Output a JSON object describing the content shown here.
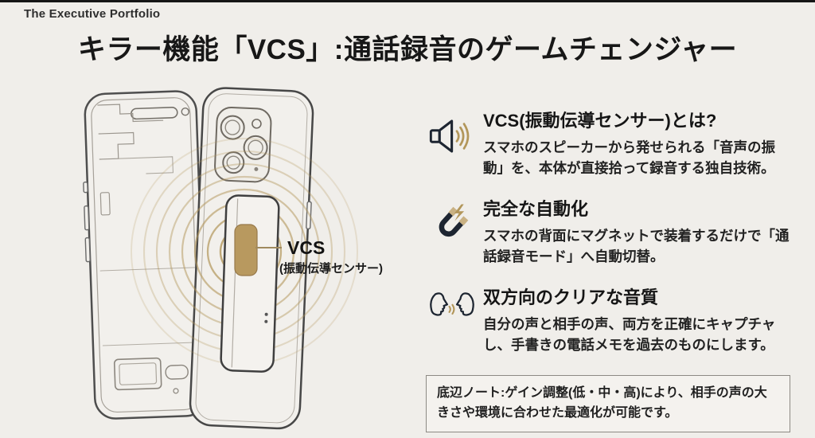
{
  "page": {
    "eyebrow": "The Executive Portfolio",
    "title": "キラー機能「VCS」:通話録音のゲームチェンジャー"
  },
  "diagram": {
    "description": "smartphone-internal-view-with-back-view-and-magnetic-recorder-attached",
    "callout_label": "VCS",
    "callout_sublabel": "(振動伝導センサー)"
  },
  "features": [
    {
      "icon": "speaker-waves-icon",
      "heading": "VCS(振動伝導センサー)とは?",
      "body": "スマホのスピーカーから発せられる「音声の振動」を、本体が直接拾って録音する独自技術。"
    },
    {
      "icon": "magnet-icon",
      "heading": "完全な自動化",
      "body": "スマホの背面にマグネットで装着するだけで「通話録音モード」へ自動切替。"
    },
    {
      "icon": "talking-faces-icon",
      "heading": "双方向のクリアな音質",
      "body": "自分の声と相手の声、両方を正確にキャプチャし、手書きの電話メモを過去のものにします。"
    }
  ],
  "note": {
    "text": "底辺ノート:ゲイン調整(低・中・高)により、相手の声の大きさや環境に合わせた最適化が可能です。"
  },
  "colors": {
    "background": "#f0eeea",
    "ink": "#1c1c1c",
    "accent_gold": "#b2965a",
    "tan_light": "#c9b183",
    "sensor_fill": "#b8995f"
  }
}
